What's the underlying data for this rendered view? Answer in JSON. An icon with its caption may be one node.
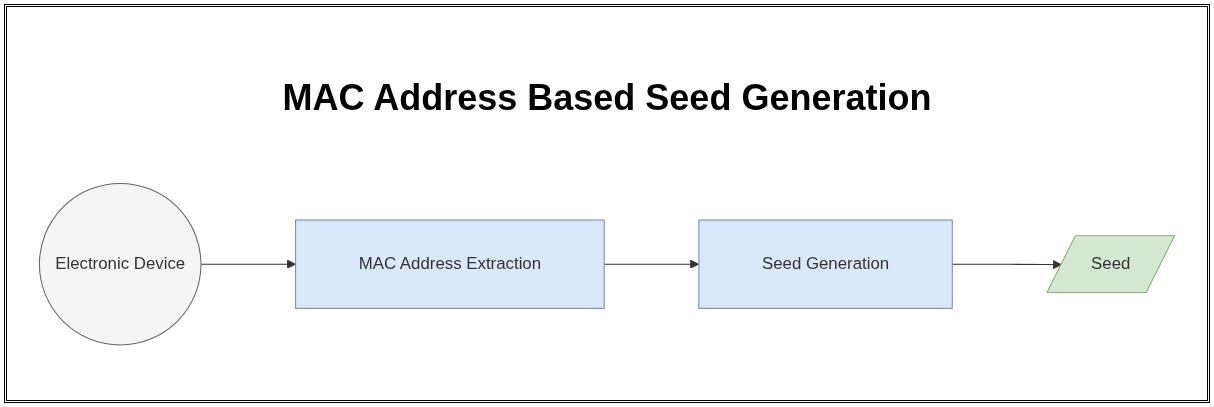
{
  "diagram": {
    "title": "MAC Address Based Seed Generation",
    "nodes": [
      {
        "text": [
          "Electronic Device"
        ]
      },
      {
        "text": [
          "MAC Address Extraction"
        ]
      },
      {
        "text": [
          "Seed Generation"
        ]
      },
      {
        "text": [
          "Seed"
        ]
      }
    ],
    "edges": [
      {
        "from": 0,
        "to": 1,
        "arrow": "to"
      },
      {
        "from": 1,
        "to": 2,
        "arrow": "to"
      },
      {
        "from": 2,
        "to": 3,
        "arrow": "to"
      }
    ]
  }
}
